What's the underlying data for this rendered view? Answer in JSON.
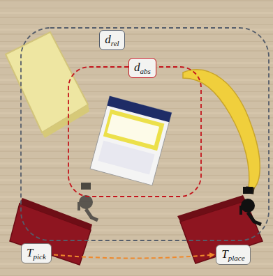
{
  "diagram": {
    "nodes": [
      {
        "text": [
          "drel"
        ]
      },
      {
        "text": [
          "dabs"
        ]
      },
      {
        "text": [
          "Tpick"
        ]
      },
      {
        "text": [
          "Tplace"
        ]
      }
    ],
    "edges": [
      {
        "from": 2,
        "to": 3,
        "arrow": "to"
      }
    ]
  }
}
